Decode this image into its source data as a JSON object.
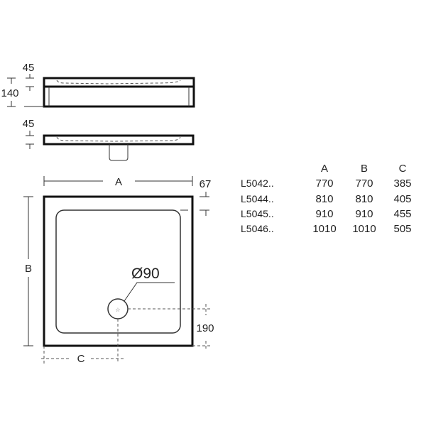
{
  "dimensions": {
    "side_top_rim": "45",
    "side_total_height": "140",
    "side_bottom_rim": "45",
    "width_label": "A",
    "length_label": "B",
    "waste_offset_label": "C",
    "rim_width": "67",
    "waste_from_edge": "190",
    "waste_diameter": "Ø90"
  },
  "table": {
    "headers": [
      "",
      "A",
      "B",
      "C"
    ],
    "rows": [
      {
        "code": "L5042..",
        "a": "770",
        "b": "770",
        "c": "385"
      },
      {
        "code": "L5044..",
        "a": "810",
        "b": "810",
        "c": "405"
      },
      {
        "code": "L5045..",
        "a": "910",
        "b": "910",
        "c": "455"
      },
      {
        "code": "L5046..",
        "a": "1010",
        "b": "1010",
        "c": "505"
      }
    ]
  }
}
